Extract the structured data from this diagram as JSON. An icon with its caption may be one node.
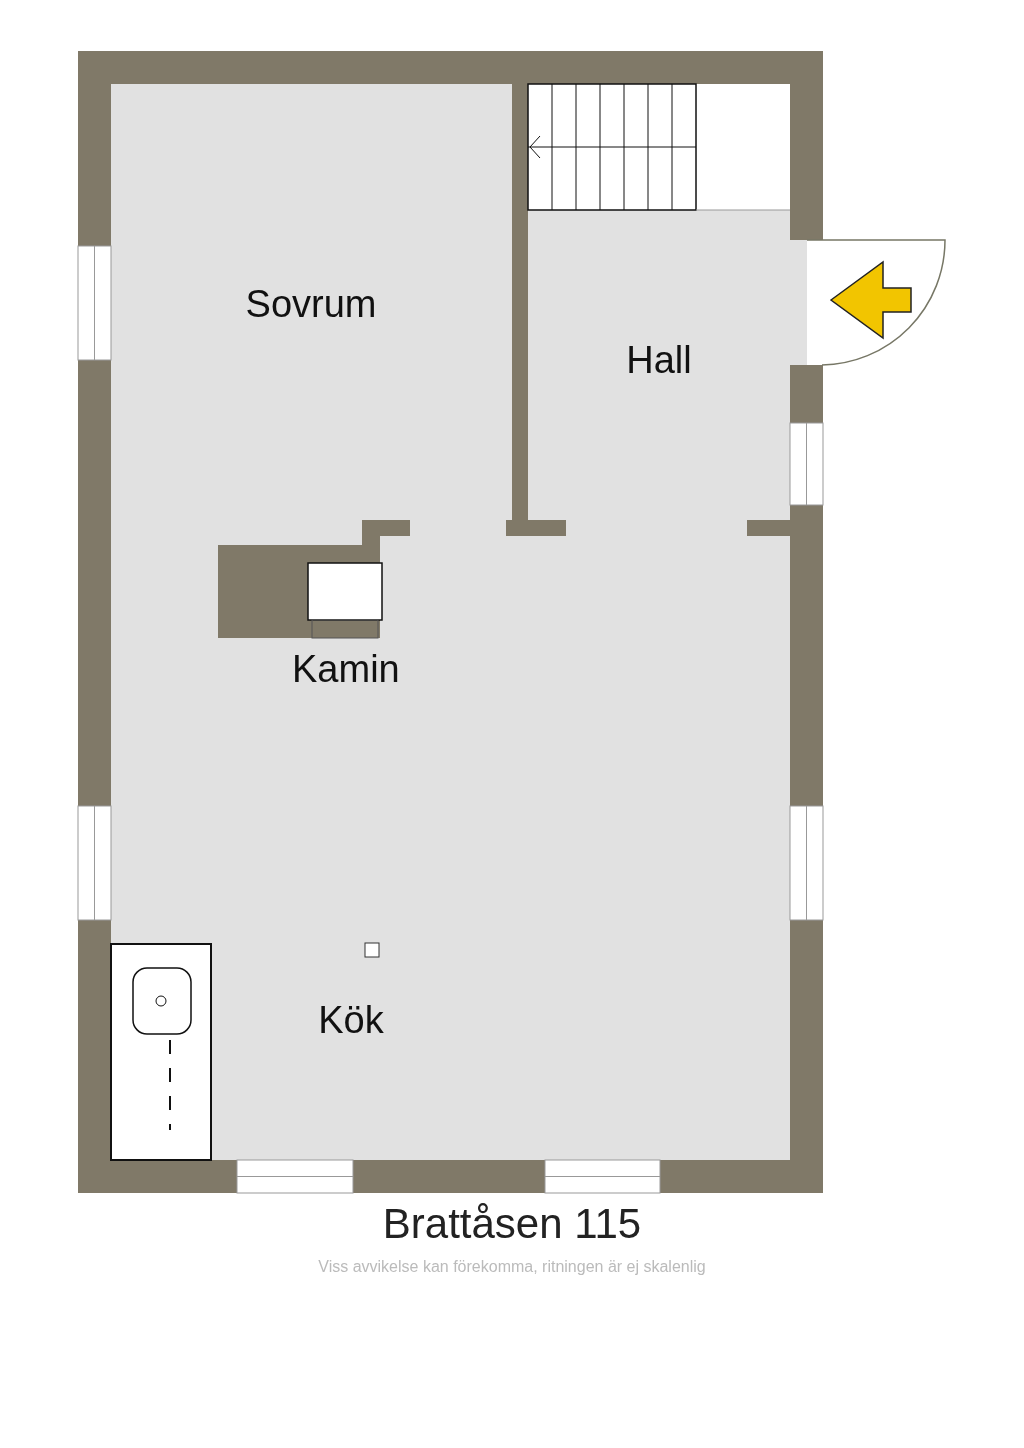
{
  "diagram": {
    "title": "Brattåsen 115",
    "caption": "Viss avvikelse kan förekomma, ritningen är ej skalenlig",
    "nodes": [
      {
        "text": [
          "Sovrum"
        ]
      },
      {
        "text": [
          "Hall"
        ]
      },
      {
        "text": [
          "Kök"
        ]
      }
    ],
    "labels": [
      "Kamin"
    ]
  }
}
